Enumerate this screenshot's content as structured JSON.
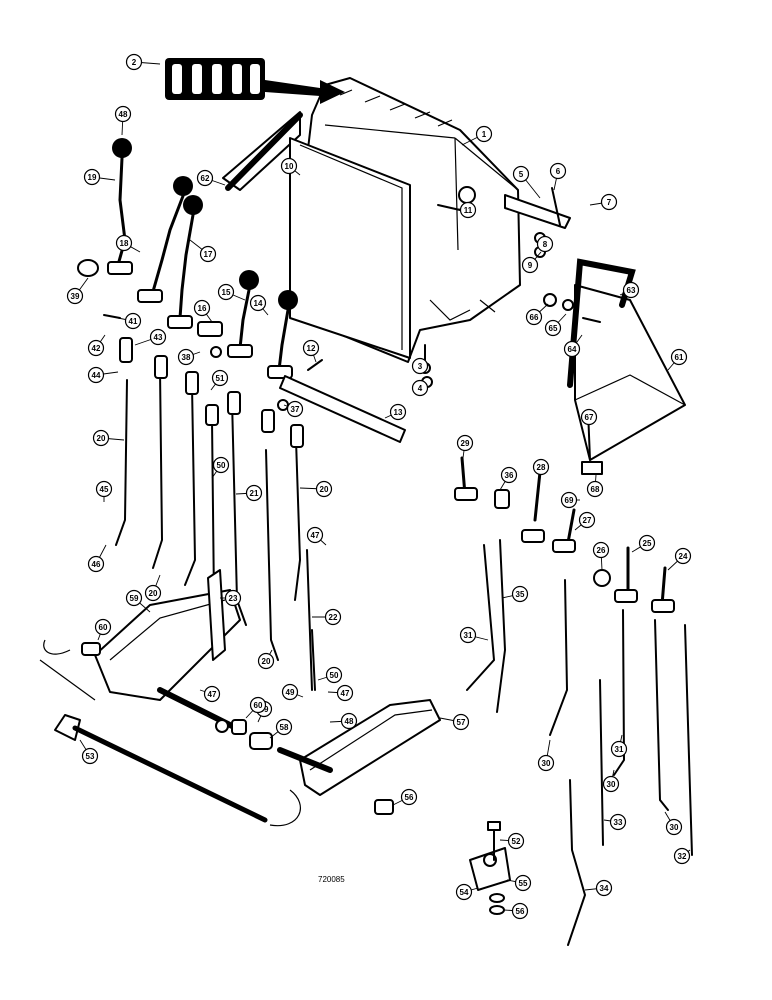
{
  "drawing_number": "720085",
  "callouts": [
    {
      "label": "1"
    },
    {
      "label": "2"
    },
    {
      "label": "3"
    },
    {
      "label": "4"
    },
    {
      "label": "5"
    },
    {
      "label": "6"
    },
    {
      "label": "7"
    },
    {
      "label": "8"
    },
    {
      "label": "9"
    },
    {
      "label": "10"
    },
    {
      "label": "11"
    },
    {
      "label": "12"
    },
    {
      "label": "13"
    },
    {
      "label": "14"
    },
    {
      "label": "15"
    },
    {
      "label": "16"
    },
    {
      "label": "17"
    },
    {
      "label": "18"
    },
    {
      "label": "19"
    },
    {
      "label": "20"
    },
    {
      "label": "20"
    },
    {
      "label": "20"
    },
    {
      "label": "20"
    },
    {
      "label": "21"
    },
    {
      "label": "22"
    },
    {
      "label": "23"
    },
    {
      "label": "24"
    },
    {
      "label": "25"
    },
    {
      "label": "26"
    },
    {
      "label": "27"
    },
    {
      "label": "28"
    },
    {
      "label": "29"
    },
    {
      "label": "30"
    },
    {
      "label": "30"
    },
    {
      "label": "30"
    },
    {
      "label": "31"
    },
    {
      "label": "31"
    },
    {
      "label": "32"
    },
    {
      "label": "33"
    },
    {
      "label": "34"
    },
    {
      "label": "35"
    },
    {
      "label": "36"
    },
    {
      "label": "37"
    },
    {
      "label": "38"
    },
    {
      "label": "39"
    },
    {
      "label": "39"
    },
    {
      "label": "41"
    },
    {
      "label": "42"
    },
    {
      "label": "43"
    },
    {
      "label": "44"
    },
    {
      "label": "45"
    },
    {
      "label": "46"
    },
    {
      "label": "47"
    },
    {
      "label": "47"
    },
    {
      "label": "47"
    },
    {
      "label": "48"
    },
    {
      "label": "48"
    },
    {
      "label": "49"
    },
    {
      "label": "50"
    },
    {
      "label": "50"
    },
    {
      "label": "51"
    },
    {
      "label": "52"
    },
    {
      "label": "53"
    },
    {
      "label": "54"
    },
    {
      "label": "55"
    },
    {
      "label": "56"
    },
    {
      "label": "56"
    },
    {
      "label": "57"
    },
    {
      "label": "58"
    },
    {
      "label": "59"
    },
    {
      "label": "60"
    },
    {
      "label": "60"
    },
    {
      "label": "61"
    },
    {
      "label": "62"
    },
    {
      "label": "63"
    },
    {
      "label": "64"
    },
    {
      "label": "65"
    },
    {
      "label": "66"
    },
    {
      "label": "67"
    },
    {
      "label": "68"
    },
    {
      "label": "69"
    }
  ]
}
